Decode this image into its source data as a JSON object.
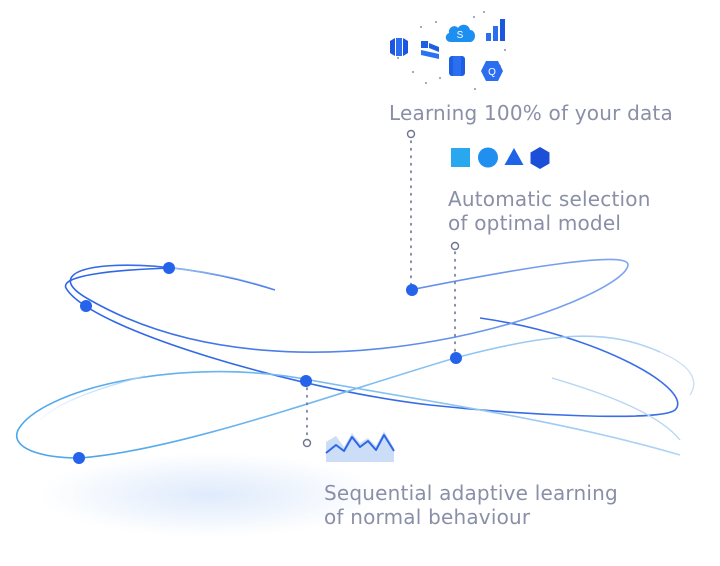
{
  "labels": {
    "data_learning": "Learning 100% of your data",
    "model_selection_line1": "Automatic selection",
    "model_selection_line2": "of optimal model",
    "sequential_line1": "Sequential adaptive learning",
    "sequential_line2": "of normal behaviour"
  },
  "source_icons": [
    {
      "name": "power-bi-cube-icon"
    },
    {
      "name": "data-factory-icon"
    },
    {
      "name": "salesforce-cloud-icon",
      "text": "S"
    },
    {
      "name": "bar-chart-icon"
    },
    {
      "name": "database-icon"
    },
    {
      "name": "bigquery-icon",
      "text": "Q"
    }
  ],
  "model_shapes": [
    "square-icon",
    "circle-icon",
    "triangle-icon",
    "hexagon-icon"
  ],
  "colors": {
    "accent": "#2563eb",
    "orbit_dark": "#2f66e6",
    "orbit_light": "#a9cef4",
    "caption": "#8a8fa8",
    "icon_light": "#29a8f0"
  }
}
